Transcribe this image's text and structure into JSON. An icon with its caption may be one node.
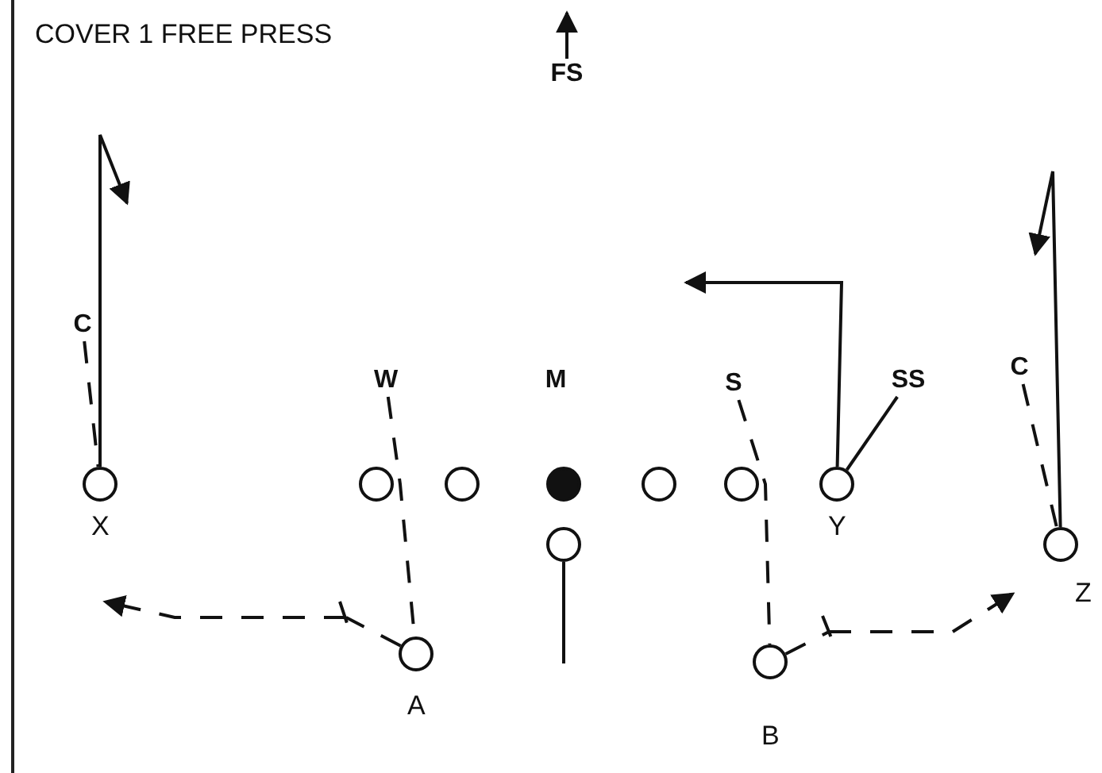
{
  "diagram": {
    "title": "COVER 1 FREE PRESS",
    "nodes": [
      {
        "text": [
          "FS"
        ]
      },
      {
        "text": [
          "C"
        ]
      },
      {
        "text": [
          "W"
        ]
      },
      {
        "text": [
          "S"
        ]
      },
      {
        "text": [
          "SS"
        ]
      },
      {
        "text": [
          "C"
        ]
      },
      {
        "text": [],
        "shape": "circle",
        "beside": [
          "X"
        ]
      },
      {
        "text": [],
        "shape": "circle"
      },
      {
        "text": [],
        "shape": "circle"
      },
      {
        "text": [],
        "shape": "circle"
      },
      {
        "text": [],
        "shape": "circle"
      },
      {
        "text": [],
        "shape": "circle"
      },
      {
        "text": [],
        "shape": "circle",
        "beside": [
          "Y"
        ]
      },
      {
        "text": [],
        "shape": "circle",
        "beside": [
          "Z"
        ]
      },
      {
        "text": [],
        "shape": "circle"
      },
      {
        "text": [],
        "shape": "circle",
        "beside": [
          "A"
        ]
      },
      {
        "text": [],
        "shape": "circle",
        "beside": [
          "B"
        ]
      }
    ],
    "edges": [
      {
        "from": 0,
        "to": null,
        "arrow": "to"
      },
      {
        "from": 6,
        "to": null,
        "arrow": "to"
      },
      {
        "from": 1,
        "to": 6,
        "arrow": "none",
        "style": "dashed"
      },
      {
        "from": 2,
        "to": 15,
        "arrow": "none",
        "style": "dashed"
      },
      {
        "from": 3,
        "to": 16,
        "arrow": "none",
        "style": "dashed"
      },
      {
        "from": 4,
        "to": 12,
        "arrow": "none"
      },
      {
        "from": 5,
        "to": 13,
        "arrow": "none",
        "style": "dashed"
      },
      {
        "from": 12,
        "to": null,
        "arrow": "to"
      },
      {
        "from": 13,
        "to": null,
        "arrow": "to"
      },
      {
        "from": 14,
        "to": null,
        "arrow": "none"
      },
      {
        "from": 15,
        "to": null,
        "arrow": "to",
        "style": "dashed"
      },
      {
        "from": 16,
        "to": null,
        "arrow": "to",
        "style": "dashed"
      }
    ],
    "labels": [
      "M"
    ]
  }
}
